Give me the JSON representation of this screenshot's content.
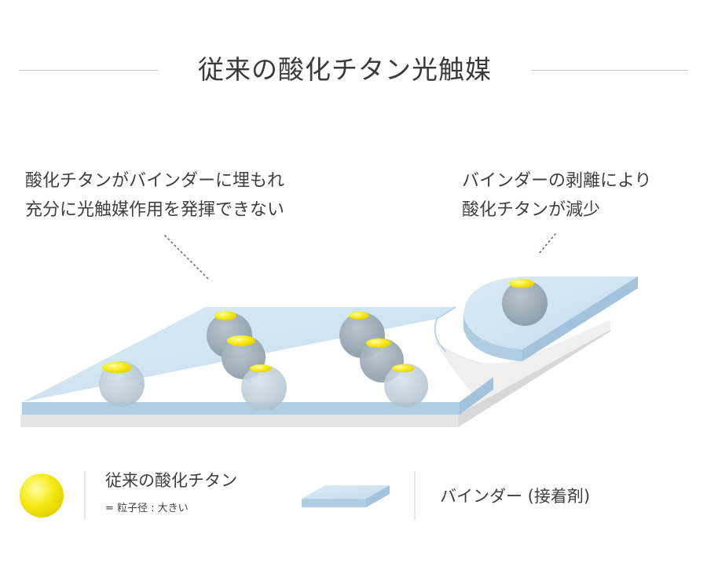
{
  "title": "従来の酸化チタン光触媒",
  "captions": {
    "left": [
      "酸化チタンがバインダーに埋もれ",
      "充分に光触媒作用を発揮できない"
    ],
    "right": [
      "バインダーの剥離により",
      "酸化チタンが減少"
    ]
  },
  "legend": {
    "titanium_name": "従来の酸化チタン",
    "titanium_note": "= 粒子径 : 大きい",
    "binder_name": "バインダー (接着剤)"
  },
  "colors": {
    "binder_top": "#cfe4f2",
    "binder_edge": "#a9c9e2",
    "base": "#f1f1f1",
    "particle": "#9eafbb",
    "particle_light": "#c4d2dc",
    "yellow": "#f5e800",
    "dots": "#6a6a6a"
  },
  "icons": [
    "yellow-sphere-icon",
    "binder-slab-icon"
  ]
}
